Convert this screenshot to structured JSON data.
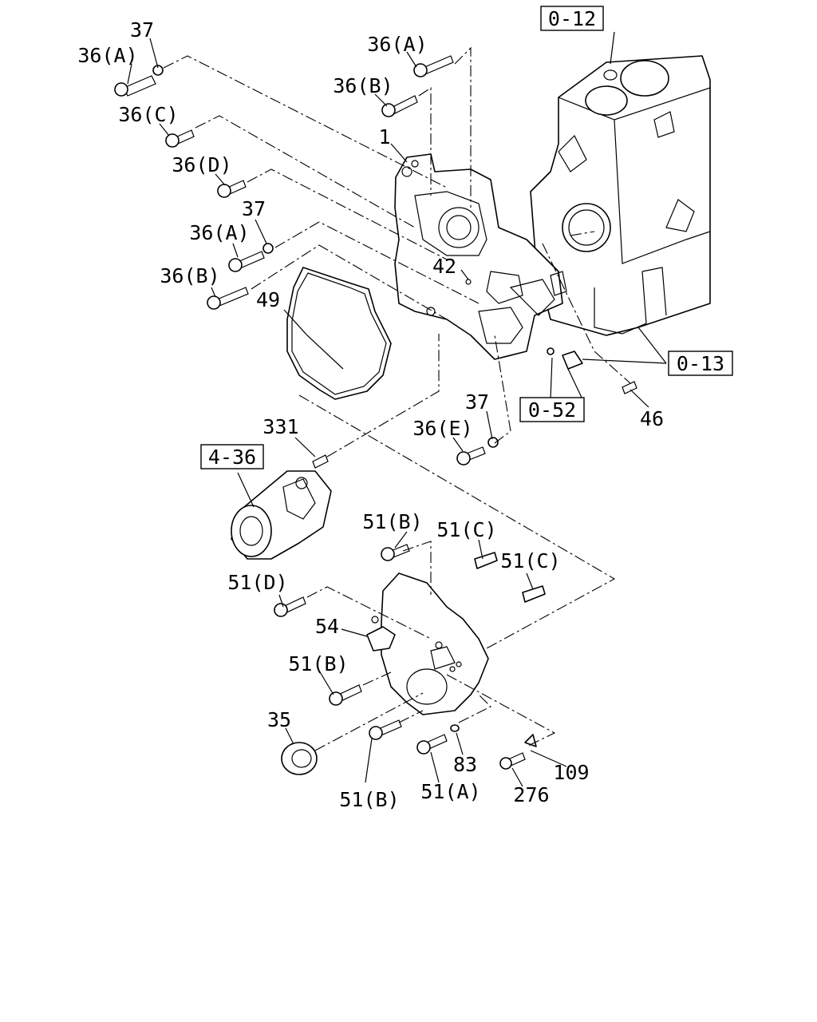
{
  "refs": {
    "r012": "0-12",
    "r013": "0-13",
    "r052": "0-52",
    "r436": "4-36"
  },
  "labels": {
    "p37_top": "37",
    "p36a_top_left": "36(A)",
    "p36a_top_mid": "36(A)",
    "p36b_top": "36(B)",
    "p36c": "36(C)",
    "p1": "1",
    "p36d": "36(D)",
    "p37_mid": "37",
    "p36a_mid": "36(A)",
    "p42": "42",
    "p36b_mid": "36(B)",
    "p49": "49",
    "p37_low": "37",
    "p36e": "36(E)",
    "p46": "46",
    "p331": "331",
    "p51b_top": "51(B)",
    "p51c_top": "51(C)",
    "p51c_mid": "51(C)",
    "p51d": "51(D)",
    "p54": "54",
    "p51b_mid": "51(B)",
    "p35": "35",
    "p51b_bot": "51(B)",
    "p51a": "51(A)",
    "p83": "83",
    "p276": "276",
    "p109": "109"
  }
}
